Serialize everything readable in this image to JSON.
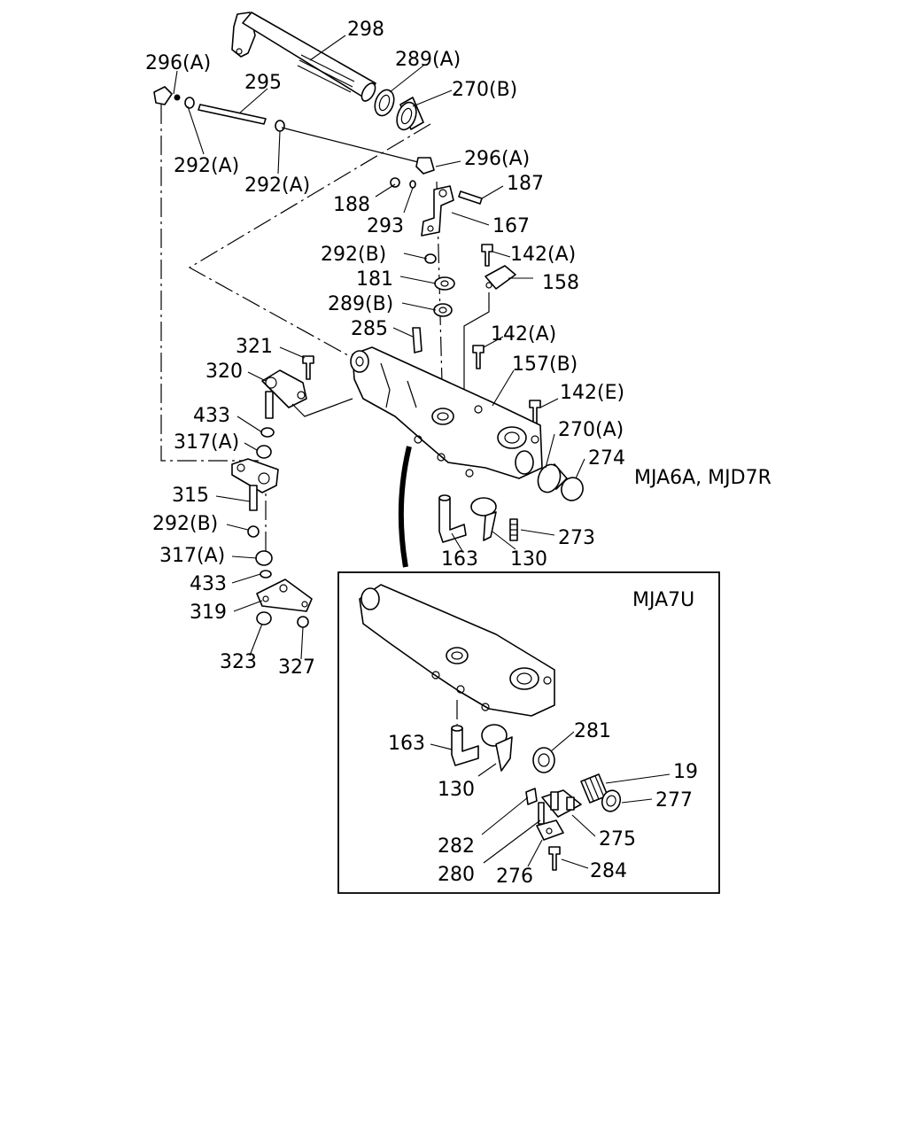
{
  "diagram": {
    "variant_label_main": "MJA6A, MJD7R",
    "variant_label_inset": "MJA7U",
    "callouts": {
      "p298": "298",
      "p296a_1": "296(A)",
      "p289a": "289(A)",
      "p295": "295",
      "p270b": "270(B)",
      "p292a_1": "292(A)",
      "p292a_2": "292(A)",
      "p296a_2": "296(A)",
      "p187": "187",
      "p188": "188",
      "p293": "293",
      "p167": "167",
      "p292b_1": "292(B)",
      "p142a_1": "142(A)",
      "p181": "181",
      "p158": "158",
      "p289b": "289(B)",
      "p285": "285",
      "p142a_2": "142(A)",
      "p321": "321",
      "p157b": "157(B)",
      "p320": "320",
      "p142e": "142(E)",
      "p433_1": "433",
      "p270a": "270(A)",
      "p317a_1": "317(A)",
      "p274": "274",
      "p315": "315",
      "p292b_2": "292(B)",
      "p273": "273",
      "p317a_2": "317(A)",
      "p163_1": "163",
      "p130_1": "130",
      "p433_2": "433",
      "p319": "319",
      "p323": "323",
      "p327": "327",
      "p281": "281",
      "p163_2": "163",
      "p130_2": "130",
      "p19": "19",
      "p277": "277",
      "p282": "282",
      "p275": "275",
      "p280": "280",
      "p276": "276",
      "p284": "284"
    }
  }
}
